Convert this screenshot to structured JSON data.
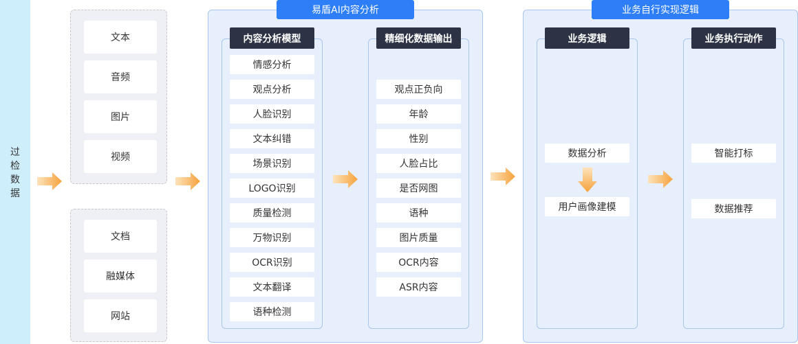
{
  "source": {
    "label_chars": [
      "过",
      "检",
      "数",
      "据"
    ]
  },
  "input_groups": [
    {
      "items": [
        "文本",
        "音频",
        "图片",
        "视频"
      ]
    },
    {
      "items": [
        "文档",
        "融媒体",
        "网站"
      ]
    }
  ],
  "ai_panel": {
    "title": "易盾AI内容分析",
    "model_header": "内容分析模型",
    "models": [
      "情感分析",
      "观点分析",
      "人脸识别",
      "文本纠错",
      "场景识别",
      "LOGO识别",
      "质量检测",
      "万物识别",
      "OCR识别",
      "文本翻译",
      "语种检测"
    ],
    "output_header": "精细化数据输出",
    "outputs": [
      "观点正负向",
      "年龄",
      "性别",
      "人脸占比",
      "是否网图",
      "语种",
      "图片质量",
      "OCR内容",
      "ASR内容"
    ]
  },
  "biz_panel": {
    "title": "业务自行实现逻辑",
    "logic_header": "业务逻辑",
    "logic_steps": [
      "数据分析",
      "用户画像建模"
    ],
    "action_header": "业务执行动作",
    "actions": [
      "智能打标",
      "数据推荐"
    ]
  },
  "colors": {
    "arrow_start": "#fde3bb",
    "arrow_end": "#f6a23c",
    "banner": "#2e7ff7",
    "header": "#2d3345"
  }
}
